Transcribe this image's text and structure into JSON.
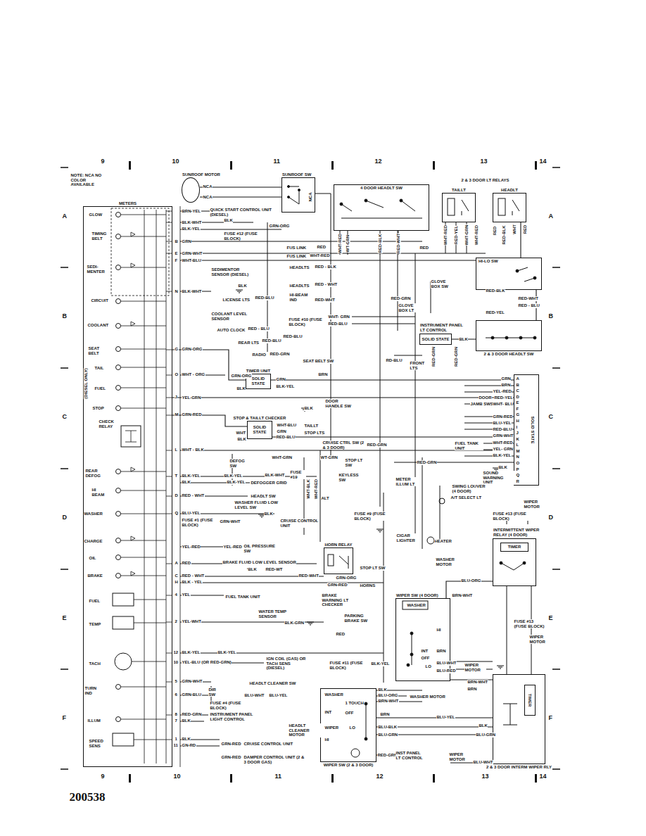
{
  "diagram": {
    "nodes": [
      {
        "text": [
          "METERS"
        ]
      },
      {
        "text": [
          "SUNROOF MOTOR"
        ]
      },
      {
        "text": [
          "SUNROOF SW"
        ]
      },
      {
        "text": [
          "4 DOOR HEADLT SW"
        ]
      },
      {
        "text": [
          "TAILLT"
        ]
      },
      {
        "text": [
          "HEADLT"
        ]
      },
      {
        "text": [
          "HI-LO SW"
        ]
      },
      {
        "text": [
          "INSTRUMENT PANEL LT CONTROL",
          "SOLID STATE"
        ]
      },
      {
        "text": [
          "2 & 3 DOOR HEADLT SW"
        ]
      },
      {
        "text": [
          "SOLID STATE"
        ]
      },
      {
        "text": [
          "TIMER UNIT",
          "SOLID STATE"
        ]
      },
      {
        "text": [
          "STOP & TAILLT CHECKER",
          "SOLID STATE"
        ]
      },
      {
        "text": [
          "HORN RELAY"
        ]
      },
      {
        "text": [
          "INTERMITTENT WIPER RELAY (4 DOOR)"
        ]
      },
      {
        "text": [
          "TIMER"
        ],
        "in": 13
      },
      {
        "text": [
          "WIPER SW (4 DOOR)"
        ]
      },
      {
        "text": [
          "WIPER SW (2 & 3 DOOR)"
        ]
      },
      {
        "text": [
          "2 & 3 DOOR INTERM WIPER RLY"
        ]
      },
      {
        "text": [
          "TIMER"
        ],
        "in": 17
      }
    ],
    "edges": [
      {
        "from": 1,
        "to": 2,
        "arrow": "none",
        "label": "NCA"
      },
      {
        "from": 1,
        "to": 2,
        "arrow": "none",
        "label": "NCA"
      },
      {
        "from": 0,
        "to": 10,
        "arrow": "none",
        "label": "GRN-ORG"
      },
      {
        "from": 0,
        "to": 11,
        "arrow": "none",
        "label": "GRN-RED"
      },
      {
        "from": 10,
        "to": 9,
        "arrow": "none",
        "label": "GRN"
      },
      {
        "from": 11,
        "to": 9,
        "arrow": "none",
        "label": "RED-BLU"
      },
      {
        "from": 5,
        "to": 6,
        "arrow": "none"
      },
      {
        "from": 6,
        "to": 8,
        "arrow": "none"
      },
      {
        "from": 7,
        "to": 8,
        "arrow": "none",
        "label": "BLK"
      },
      {
        "from": 13,
        "to": 15,
        "arrow": "none",
        "label": "BLU-ORG"
      },
      {
        "from": 16,
        "to": 17,
        "arrow": "none",
        "label": "BLU-YEL"
      },
      {
        "from": 0,
        "to": 9,
        "arrow": "none",
        "label": "YEL-GRN"
      }
    ],
    "labels": [
      "9",
      "10",
      "11",
      "12",
      "13",
      "14",
      "9",
      "10",
      "11",
      "12",
      "13",
      "14",
      "A",
      "B",
      "C",
      "D",
      "E",
      "F",
      "A",
      "B",
      "C",
      "D",
      "E",
      "F",
      "NOTE: NCA NO COLOR AVAILABLE",
      "GLOW",
      "TIMING BELT",
      "SEDI- MENTER",
      "CIRCUIT",
      "COOLANT",
      "SEAT BELT",
      "TAIL",
      "FUEL",
      "STOP",
      "CHECK RELAY",
      "(DIESEL ONLY)",
      "REAR DEFOG",
      "HI BEAM",
      "WASHER",
      "CHARGE",
      "OIL",
      "BRAKE",
      "FUEL",
      "TEMP",
      "TACH",
      "TURN IND",
      "ILLUM",
      "SPEED SENS",
      "B",
      "E",
      "F",
      "N",
      "G",
      "O",
      "J",
      "M",
      "L",
      "T",
      "D",
      "Q",
      "A",
      "C",
      "H",
      "4",
      "2",
      "12",
      "10",
      "5",
      "6",
      "8",
      "7",
      "1",
      "11",
      "BRN-YEL",
      "BLK-WHT",
      "BLK-YEL",
      "GRN",
      "GRN-WHT",
      "WHT-BLU",
      "BLK-WHT",
      "GRN-ORG",
      "WHT - ORG",
      "WHT - BLK",
      "BLK-YEL",
      "BLK",
      "RED - WHT",
      "BLU-YEL",
      "YEL-RED",
      "RED",
      "RED - WHT",
      "BLK - YEL",
      "YEL",
      "YEL-WHT",
      "BLK-YEL",
      "YEL-BLU (OR RED-GRN)",
      "GRN-WHT",
      "GRN-BLU",
      "RED-GRN",
      "BLK",
      "BLK",
      "GN-RD",
      "QUICK START CONTROL UNIT (DIESEL)",
      "BLK",
      "FUSE #12 (FUSE BLOCK)",
      "GRN-ORG",
      "SEDIMENTOR SENSOR (DIESEL)",
      "BLK",
      "LICENSE LTS",
      "RED-BLU",
      "COOLANT LEVEL SENSOR",
      "AUTO CLOCK",
      "RED - BLU",
      "REAR LTS",
      "RED-BLU",
      "RADIO",
      "RED-GRN",
      "SEAT BELT SW",
      "BRN",
      "BLK-YEL",
      "BLK",
      "DOOR HANDLE SW",
      "BLK",
      "WHT",
      "BLK",
      "WHT-BLU",
      "TAILLT",
      "GRN",
      "STOP LTS",
      "CRUISE CTRL SW (2 & 3 DOOR)",
      "RED-GRN",
      "WHT-GRN",
      "WT-GRN",
      "DEFOG SW",
      "STOP LT SW",
      "BLK-YEL",
      "BLK-WHT",
      "FUSE #19",
      "BLK-YEL",
      "DEFOGGER GRID",
      "KEYLESS SW",
      "WHT-BLK",
      "WHT-RED",
      "HEADLT SW",
      "ALT",
      "WASHER FLUID LOW LEVEL SW",
      "BLK",
      "FUSE #1 (FUSE BLOCK)",
      "GRN-WHT",
      "CRUISE CONTROL UNIT",
      "FUSE #9 (FUSE BLOCK)",
      "YEL-RED",
      "OIL PRESSURE SW",
      "BRAKE FLUID LOW LEVEL SENSOR",
      "BLK",
      "RED-WT",
      "RED-WHT",
      "STOP LT SW",
      "GRN-ORG",
      "GRN-RED",
      "HORNS",
      "BRAKE WARNING LT CHECKER",
      "FUEL TANK UNIT",
      "WATER TEMP SENSOR",
      "BLK-GRN",
      "PARKING BRAKE SW",
      "RED",
      "BLK-YEL",
      "IGN COIL (GAS) OR TACH SENS (DIESEL)",
      "FUSE #11 (FUSE BLOCK)",
      "BLK-YEL",
      "HEADLT CLEANER SW",
      "DIR SW",
      "FUSE #4 (FUSE BLOCK)",
      "BLU-WHT",
      "BLU-YEL",
      "INSTRUMENT PANEL LIGHT CONTROL",
      "HEADLT CLEANER MOTOR",
      "GRN-RED",
      "CRUISE CONTROL UNIT",
      "GRN-RED",
      "DAMPER CONTROL UNIT (2 & 3 DOOR GAS)",
      "2 & 3 DOOR LT RELAYS",
      "FUS LINK",
      "RED",
      "FUS LINK",
      "WHT-RED",
      "RED",
      "HEADLTS",
      "RED - BLK",
      "HEADLTS",
      "RED - WHT",
      "HI-BEAM IND",
      "RED-WHT",
      "GLOVE BOX SW",
      "RED-GRN",
      "GLOVE BOX LT",
      "RED-BLK",
      "RED-WHT",
      "RED - BLU",
      "RED-YEL",
      "FUSE #10 (FUSE BLOCK)",
      "WHT- GRN",
      "RED-BLU",
      "RED-BLU",
      "RD-BLU",
      "FRONT LTS",
      "WHT-RED",
      "RED-YEL",
      "WHT-GRN",
      "WHT-RED",
      "RED",
      "RED-BLK",
      "WHT",
      "RED",
      "WHT-RED",
      "WT-GRN",
      "RED-BLK",
      "RED-WHT",
      "RED-GRN",
      "RED-GRN",
      "GRN",
      "BRN",
      "YEL-RED",
      "DOOR",
      "RED-YEL",
      "JAMB SWS",
      "WHT- BLU",
      "GRN-RED",
      "BLU-YEL",
      "RED-BLU",
      "GRN-WHT",
      "FUEL TANK UNIT",
      "WHT-RED",
      "YEL- GRN",
      "BLK-YEL",
      "RED-GRN",
      "BLK",
      "SOUND WARNING UNIT",
      "A",
      "B",
      "C",
      "D",
      "E",
      "F",
      "G",
      "H",
      "I",
      "J",
      "K",
      "L",
      "M",
      "N",
      "O",
      "P",
      "Q",
      "R",
      "METER ILLUM LT",
      "SWING LOUVER (4 DOOR)",
      "A/T SELECT LT",
      "WIPER MOTOR",
      "FUSE #13 (FUSE BLOCK)",
      "CIGAR LIGHTER",
      "HEATER",
      "WASHER MOTOR",
      "BRN-WHT",
      "WASHER",
      "HI",
      "INT",
      "BRN",
      "OFF",
      "LO",
      "FUSE #13 (FUSE BLOCK)",
      "WIPER MOTOR",
      "BLU-WHT",
      "WIPER MOTOR",
      "BLU-RED",
      "BRN-WHT",
      "BRN",
      "BLK",
      "BLU-ORG",
      "BRN-WHT",
      "WASHER MOTOR",
      "WASHER",
      "1 TOUCH",
      "INT",
      "OFF",
      "WIPER",
      "LO",
      "HI",
      "BRN",
      "BLU-BLK",
      "BLU-GRN",
      "BLK",
      "BLU-GRN",
      "RED-GRN",
      "INST PANEL LT CONTROL",
      "WIPER MOTOR",
      "BLU-WHT",
      "200538",
      "NCA"
    ]
  }
}
